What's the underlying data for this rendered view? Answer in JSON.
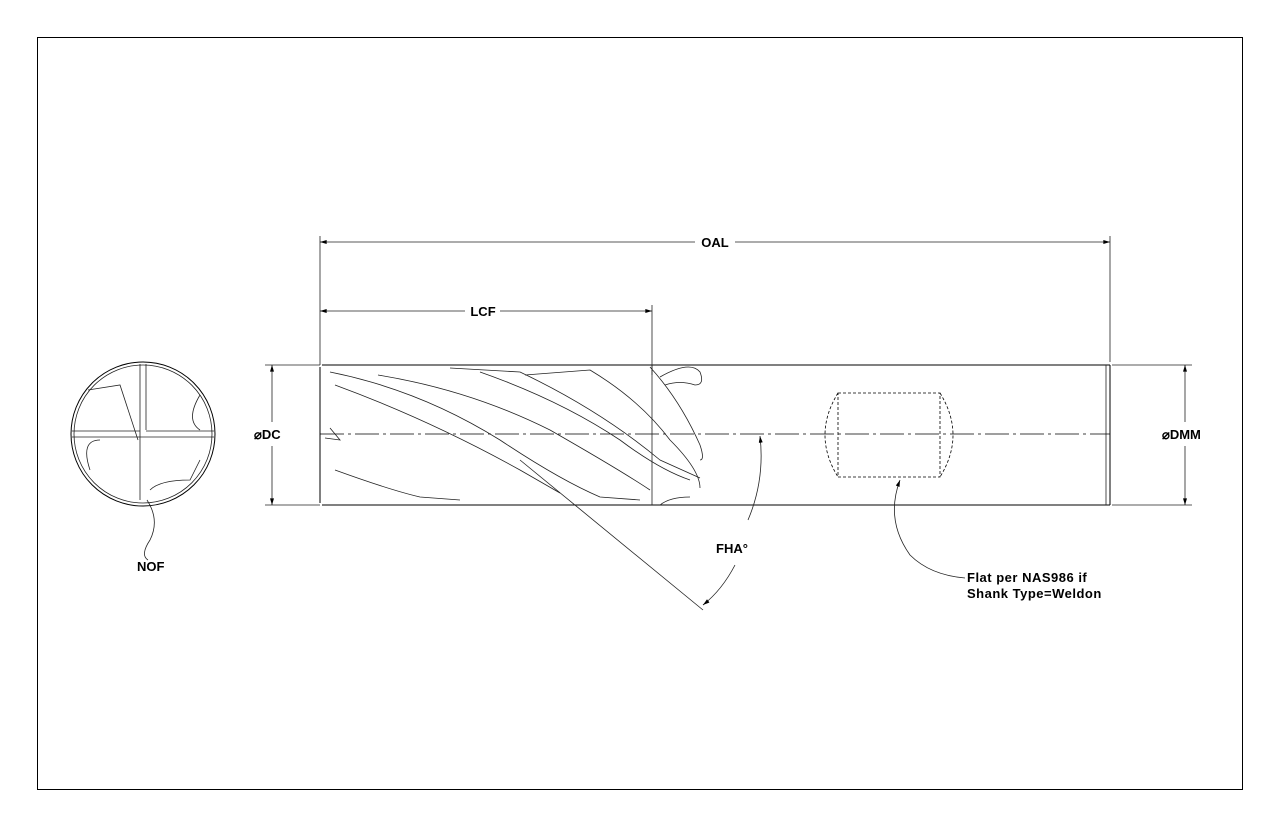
{
  "drawing": {
    "dimensions": {
      "oal": "OAL",
      "lcf": "LCF",
      "dc": "⌀DC",
      "dmm": "⌀DMM",
      "fha": "FHA°",
      "nof": "NOF"
    },
    "note": {
      "line1": "Flat per NAS986 if",
      "line2": "Shank Type=Weldon"
    }
  }
}
